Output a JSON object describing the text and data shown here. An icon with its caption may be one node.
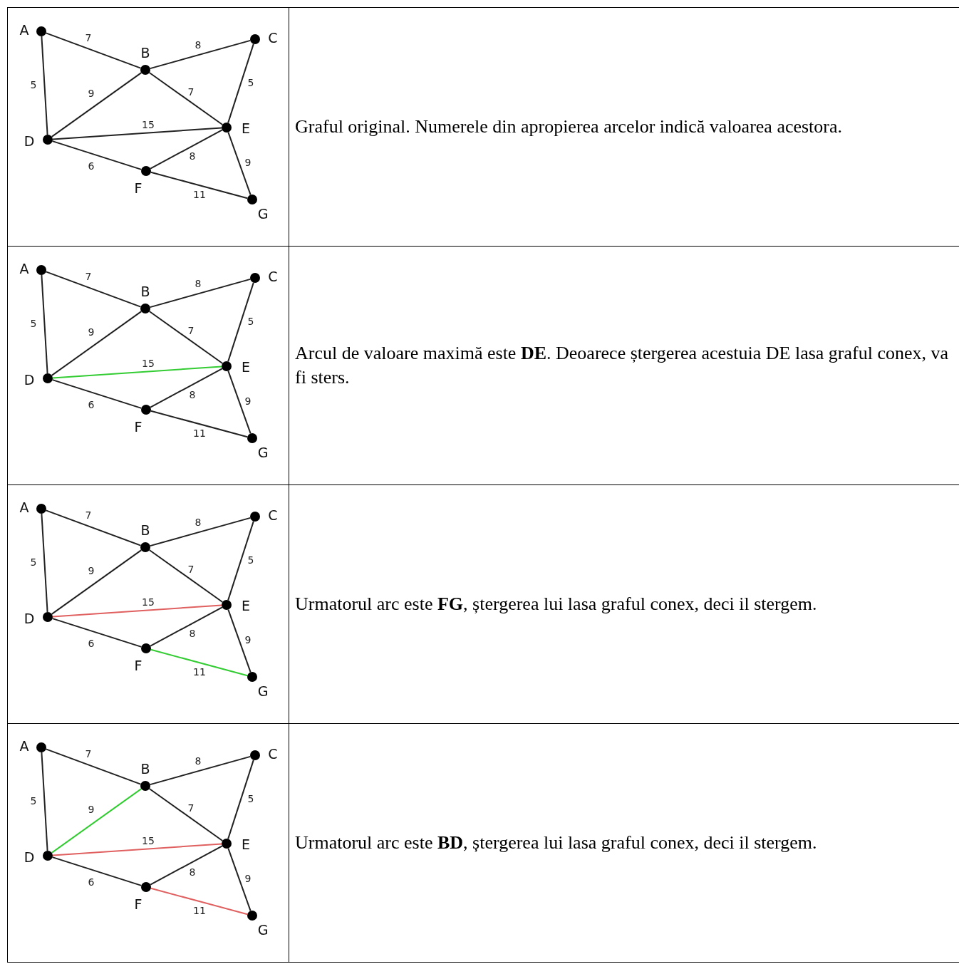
{
  "diagram": {
    "nodes": [
      {
        "text": [],
        "shape": "circle",
        "beside": [
          "A"
        ]
      },
      {
        "text": [],
        "shape": "circle",
        "beside": [
          "B"
        ]
      },
      {
        "text": [],
        "shape": "circle",
        "beside": [
          "C"
        ]
      },
      {
        "text": [],
        "shape": "circle",
        "beside": [
          "D"
        ]
      },
      {
        "text": [],
        "shape": "circle",
        "beside": [
          "E"
        ]
      },
      {
        "text": [],
        "shape": "circle",
        "beside": [
          "F"
        ]
      },
      {
        "text": [],
        "shape": "circle",
        "beside": [
          "G"
        ]
      },
      {
        "text": [],
        "shape": "circle",
        "beside": [
          "A"
        ]
      },
      {
        "text": [],
        "shape": "circle",
        "beside": [
          "B"
        ]
      },
      {
        "text": [],
        "shape": "circle",
        "beside": [
          "C"
        ]
      },
      {
        "text": [],
        "shape": "circle",
        "beside": [
          "D"
        ]
      },
      {
        "text": [],
        "shape": "circle",
        "beside": [
          "E"
        ]
      },
      {
        "text": [],
        "shape": "circle",
        "beside": [
          "F"
        ]
      },
      {
        "text": [],
        "shape": "circle",
        "beside": [
          "G"
        ]
      },
      {
        "text": [],
        "shape": "circle",
        "beside": [
          "A"
        ]
      },
      {
        "text": [],
        "shape": "circle",
        "beside": [
          "B"
        ]
      },
      {
        "text": [],
        "shape": "circle",
        "beside": [
          "C"
        ]
      },
      {
        "text": [],
        "shape": "circle",
        "beside": [
          "D"
        ]
      },
      {
        "text": [],
        "shape": "circle",
        "beside": [
          "E"
        ]
      },
      {
        "text": [],
        "shape": "circle",
        "beside": [
          "F"
        ]
      },
      {
        "text": [],
        "shape": "circle",
        "beside": [
          "G"
        ]
      },
      {
        "text": [],
        "shape": "circle",
        "beside": [
          "A"
        ]
      },
      {
        "text": [],
        "shape": "circle",
        "beside": [
          "B"
        ]
      },
      {
        "text": [],
        "shape": "circle",
        "beside": [
          "C"
        ]
      },
      {
        "text": [],
        "shape": "circle",
        "beside": [
          "D"
        ]
      },
      {
        "text": [],
        "shape": "circle",
        "beside": [
          "E"
        ]
      },
      {
        "text": [],
        "shape": "circle",
        "beside": [
          "F"
        ]
      },
      {
        "text": [],
        "shape": "circle",
        "beside": [
          "G"
        ]
      }
    ],
    "edges": [
      {
        "from": 0,
        "to": 1,
        "arrow": "none",
        "label": "7"
      },
      {
        "from": 0,
        "to": 3,
        "arrow": "none",
        "label": "5"
      },
      {
        "from": 1,
        "to": 2,
        "arrow": "none",
        "label": "8"
      },
      {
        "from": 1,
        "to": 3,
        "arrow": "none",
        "label": "9"
      },
      {
        "from": 1,
        "to": 4,
        "arrow": "none",
        "label": "7"
      },
      {
        "from": 2,
        "to": 4,
        "arrow": "none",
        "label": "5"
      },
      {
        "from": 3,
        "to": 4,
        "arrow": "none",
        "label": "15"
      },
      {
        "from": 3,
        "to": 5,
        "arrow": "none",
        "label": "6"
      },
      {
        "from": 4,
        "to": 5,
        "arrow": "none",
        "label": "8"
      },
      {
        "from": 4,
        "to": 6,
        "arrow": "none",
        "label": "9"
      },
      {
        "from": 5,
        "to": 6,
        "arrow": "none",
        "label": "11"
      },
      {
        "from": 7,
        "to": 8,
        "arrow": "none",
        "label": "7"
      },
      {
        "from": 7,
        "to": 10,
        "arrow": "none",
        "label": "5"
      },
      {
        "from": 8,
        "to": 9,
        "arrow": "none",
        "label": "8"
      },
      {
        "from": 8,
        "to": 10,
        "arrow": "none",
        "label": "9"
      },
      {
        "from": 8,
        "to": 11,
        "arrow": "none",
        "label": "7"
      },
      {
        "from": 9,
        "to": 11,
        "arrow": "none",
        "label": "5"
      },
      {
        "from": 10,
        "to": 11,
        "arrow": "none",
        "label": "15",
        "color": "#33cc33"
      },
      {
        "from": 10,
        "to": 12,
        "arrow": "none",
        "label": "6"
      },
      {
        "from": 11,
        "to": 12,
        "arrow": "none",
        "label": "8"
      },
      {
        "from": 11,
        "to": 13,
        "arrow": "none",
        "label": "9"
      },
      {
        "from": 12,
        "to": 13,
        "arrow": "none",
        "label": "11"
      },
      {
        "from": 14,
        "to": 15,
        "arrow": "none",
        "label": "7"
      },
      {
        "from": 14,
        "to": 17,
        "arrow": "none",
        "label": "5"
      },
      {
        "from": 15,
        "to": 16,
        "arrow": "none",
        "label": "8"
      },
      {
        "from": 15,
        "to": 17,
        "arrow": "none",
        "label": "9"
      },
      {
        "from": 15,
        "to": 18,
        "arrow": "none",
        "label": "7"
      },
      {
        "from": 16,
        "to": 18,
        "arrow": "none",
        "label": "5"
      },
      {
        "from": 17,
        "to": 18,
        "arrow": "none",
        "label": "15",
        "color": "#e06060"
      },
      {
        "from": 17,
        "to": 19,
        "arrow": "none",
        "label": "6"
      },
      {
        "from": 18,
        "to": 19,
        "arrow": "none",
        "label": "8"
      },
      {
        "from": 18,
        "to": 20,
        "arrow": "none",
        "label": "9"
      },
      {
        "from": 19,
        "to": 20,
        "arrow": "none",
        "label": "11",
        "color": "#33cc33"
      },
      {
        "from": 21,
        "to": 22,
        "arrow": "none",
        "label": "7"
      },
      {
        "from": 21,
        "to": 24,
        "arrow": "none",
        "label": "5"
      },
      {
        "from": 22,
        "to": 23,
        "arrow": "none",
        "label": "8"
      },
      {
        "from": 22,
        "to": 24,
        "arrow": "none",
        "label": "9",
        "color": "#33cc33"
      },
      {
        "from": 22,
        "to": 25,
        "arrow": "none",
        "label": "7"
      },
      {
        "from": 23,
        "to": 25,
        "arrow": "none",
        "label": "5"
      },
      {
        "from": 24,
        "to": 25,
        "arrow": "none",
        "label": "15",
        "color": "#e06060"
      },
      {
        "from": 24,
        "to": 26,
        "arrow": "none",
        "label": "6"
      },
      {
        "from": 25,
        "to": 26,
        "arrow": "none",
        "label": "8"
      },
      {
        "from": 25,
        "to": 27,
        "arrow": "none",
        "label": "9"
      },
      {
        "from": 26,
        "to": 27,
        "arrow": "none",
        "label": "11",
        "color": "#e06060"
      }
    ],
    "labels": [
      "Graful original. Numerele din apropierea arcelor indică valoarea acestora.",
      "Arcul de valoare maximă este **DE**. Deoarece ștergerea acestuia DE lasa graful conex, va fi sters.",
      "Urmatorul arc este **FG**, ștergerea lui lasa graful conex, deci il stergem.",
      "Urmatorul arc este **BD**, ștergerea lui lasa graful conex, deci il stergem."
    ]
  }
}
